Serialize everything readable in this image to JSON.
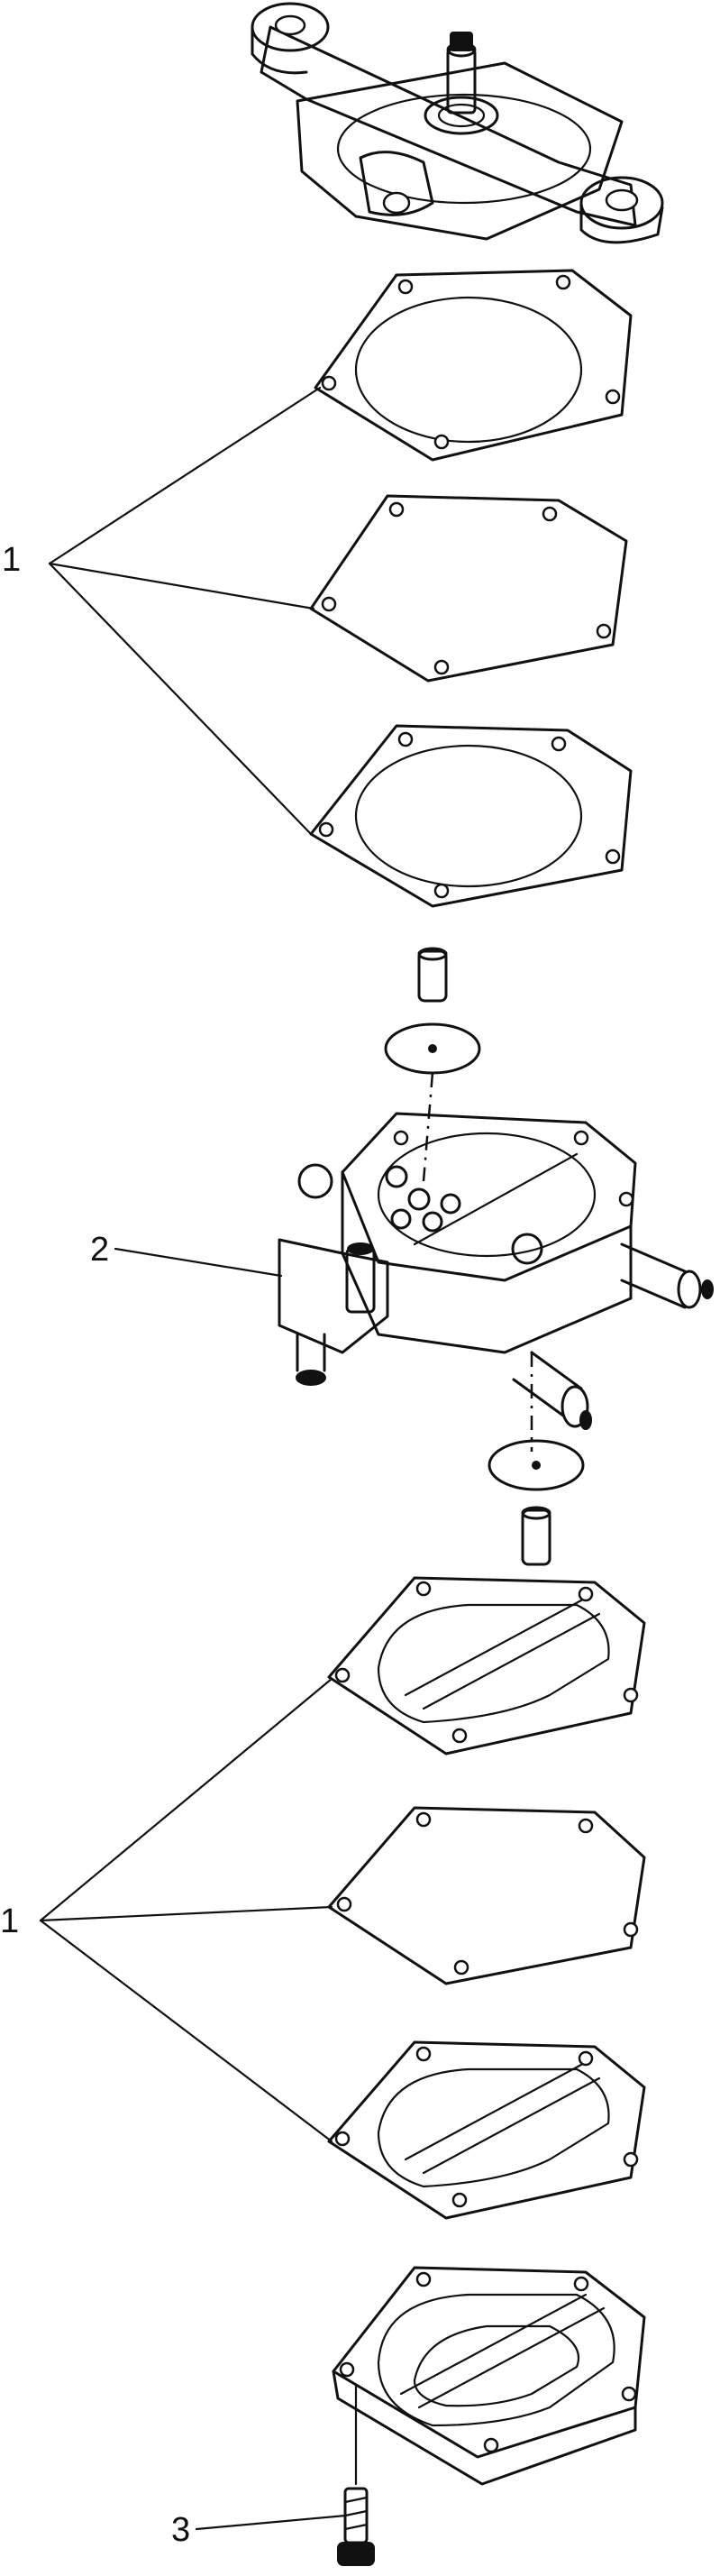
{
  "diagram": {
    "callouts": [
      {
        "id": "1a",
        "label": "1"
      },
      {
        "id": "2",
        "label": "2"
      },
      {
        "id": "1b",
        "label": "1"
      },
      {
        "id": "3",
        "label": "3"
      }
    ]
  }
}
